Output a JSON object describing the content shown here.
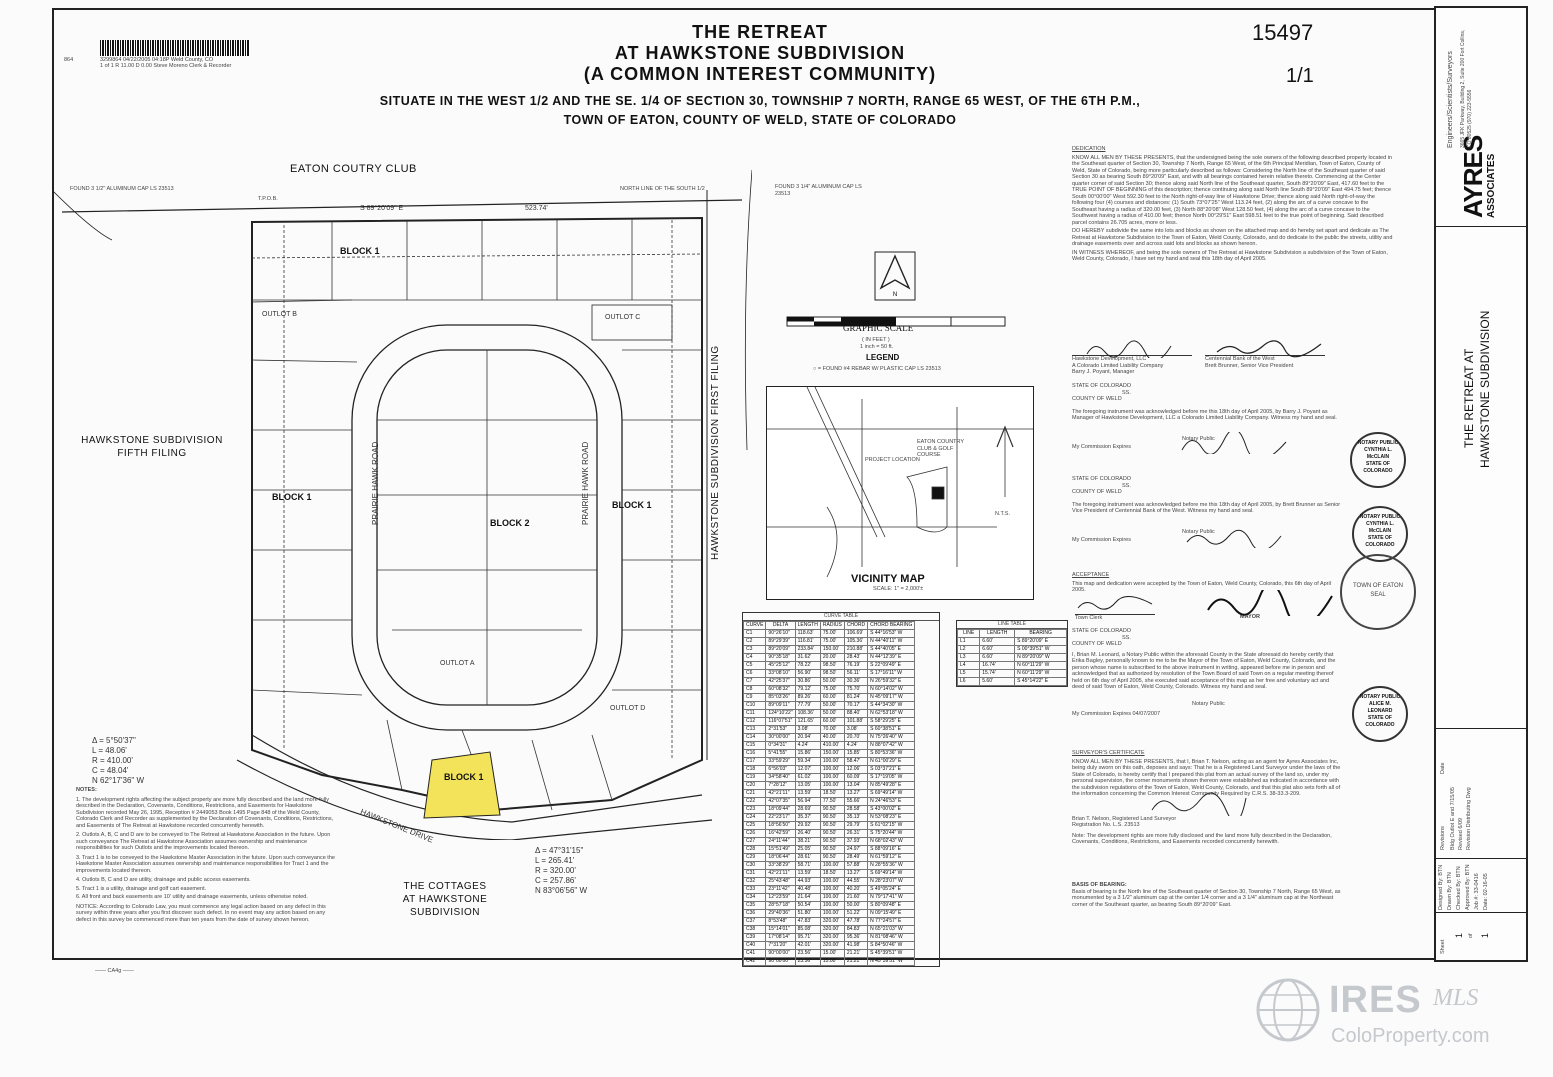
{
  "header": {
    "title_lines": [
      "THE RETREAT",
      "AT HAWKSTONE SUBDIVISION",
      "(A COMMON INTEREST COMMUNITY)"
    ],
    "subtitle_lines": [
      "SITUATE IN THE WEST 1/2 AND THE SE. 1/4 OF SECTION 30, TOWNSHIP 7 NORTH, RANGE 65 WEST, OF THE 6TH P.M.,",
      "TOWN OF EATON, COUNTY OF WELD, STATE OF COLORADO"
    ],
    "doc_number": "15497",
    "sheet_number": "1/1",
    "barcode_text": "3299864 04/22/2005 04:18P Weld County, CO",
    "barcode_text2": "1 of 1 R 11.00 D 0.00 Steve Moreno Clerk & Recorder",
    "stamp_num": "864"
  },
  "plat": {
    "eaton_country_club": "EATON COUTRY CLUB",
    "hawkstone_fifth": [
      "HAWKSTONE SUBDIVISION",
      "FIFTH FILING"
    ],
    "hawkstone_first": "HAWKSTONE SUBDIVISION FIRST FILING",
    "cottages": [
      "THE COTTAGES",
      "AT HAWKSTONE",
      "SUBDIVISION"
    ],
    "hawkstone_drive": "HAWKSTONE DRIVE",
    "prairie_hawk_west": "PRAIRIE HAWK ROAD",
    "prairie_hawk_east": "PRAIRIE HAWK ROAD",
    "block1_labels": [
      "BLOCK 1",
      "BLOCK 1",
      "BLOCK 1",
      "BLOCK 1"
    ],
    "block2_label": "BLOCK 2",
    "outlot_labels": [
      "OUTLOT B",
      "OUTLOT C",
      "OUTLOT A",
      "OUTLOT D"
    ],
    "north_line": "NORTH LINE OF THE SOUTH 1/2",
    "bearing_top": "S 89°20'09\" E",
    "dist_top": "523.74'",
    "found_left": "FOUND 3 1/2\" ALUMINUM CAP LS 23513",
    "found_right": "FOUND 3 1/4\" ALUMINUM CAP LS 23513",
    "tpob": "T.P.O.B.",
    "curve1": [
      "Δ = 5°50'37\"",
      "L = 48.06'",
      "R = 410.00'",
      "C = 48.04'",
      "N 62°17'36\" W"
    ],
    "curve2": [
      "Δ = 47°31'15\"",
      "L = 265.41'",
      "R = 320.00'",
      "C = 257.86'",
      "N 83°06'56\" W"
    ]
  },
  "scale": {
    "label": "GRAPHIC SCALE",
    "in_feet": "( IN FEET )",
    "inch_eq": "1 inch = 50 ft."
  },
  "legend": {
    "title": "LEGEND",
    "item": "○ = FOUND #4 REBAR W/ PLASTIC CAP LS 23513"
  },
  "vicinity": {
    "title": "VICINITY MAP",
    "scale": "SCALE: 1\" = 2,000'±",
    "project": "PROJECT LOCATION",
    "club": "EATON COUNTRY CLUB & GOLF COURSE",
    "nts": "N.T.S."
  },
  "curve_table": {
    "title": "CURVE TABLE",
    "headers": [
      "CURVE",
      "DELTA",
      "LENGTH",
      "RADIUS",
      "CHORD",
      "CHORD BEARING"
    ],
    "rows": [
      [
        "C1",
        "90°26'10\"",
        "118.63'",
        "75.00'",
        "106.69'",
        "S 44°16'53\" W"
      ],
      [
        "C2",
        "89°29'39\"",
        "116.81'",
        "75.00'",
        "105.36'",
        "N 44°40'11\" W"
      ],
      [
        "C3",
        "89°20'09\"",
        "233.84'",
        "150.00'",
        "210.88'",
        "S 44°40'05\" E"
      ],
      [
        "C4",
        "90°35'18\"",
        "31.62'",
        "20.00'",
        "28.43'",
        "N 44°12'39\" E"
      ],
      [
        "C5",
        "45°25'12\"",
        "78.22'",
        "98.50'",
        "76.19'",
        "S 22°09'49\" E"
      ],
      [
        "C6",
        "33°08'10\"",
        "56.90'",
        "98.50'",
        "56.11'",
        "S 17°16'11\" W"
      ],
      [
        "C7",
        "42°25'37\"",
        "30.86'",
        "50.00'",
        "30.36'",
        "N 26°59'32\" E"
      ],
      [
        "C8",
        "60°08'32\"",
        "79.12'",
        "75.00'",
        "75.70'",
        "N 60°14'02\" W"
      ],
      [
        "C9",
        "85°03'26\"",
        "89.26'",
        "60.00'",
        "81.24'",
        "N 45°09'17\" W"
      ],
      [
        "C10",
        "89°09'11\"",
        "77.79'",
        "50.00'",
        "70.17'",
        "S 44°34'30\" W"
      ],
      [
        "C11",
        "124°10'22\"",
        "108.36'",
        "50.00'",
        "88.40'",
        "N 62°53'18\" W"
      ],
      [
        "C12",
        "116°07'51\"",
        "121.65'",
        "60.00'",
        "101.88'",
        "S 58°29'25\" E"
      ],
      [
        "C13",
        "2°31'53\"",
        "3.08'",
        "70.00'",
        "3.08'",
        "S 60°38'51\" E"
      ],
      [
        "C14",
        "30°00'00\"",
        "20.94'",
        "40.00'",
        "20.70'",
        "N 75°26'40\" W"
      ],
      [
        "C15",
        "0°34'31\"",
        "4.24'",
        "410.00'",
        "4.24'",
        "N 88°07'42\" W"
      ],
      [
        "C16",
        "5°41'55\"",
        "15.86'",
        "150.00'",
        "15.85'",
        "S 80°53'36\" W"
      ],
      [
        "C17",
        "33°59'29\"",
        "59.34'",
        "100.00'",
        "58.47'",
        "N 61°00'29\" E"
      ],
      [
        "C18",
        "6°56'03\"",
        "12.07'",
        "100.00'",
        "12.06'",
        "S 03°37'21\" E"
      ],
      [
        "C19",
        "34°58'40\"",
        "61.02'",
        "100.00'",
        "60.09'",
        "S 17°19'05\" W"
      ],
      [
        "C20",
        "7°28'12\"",
        "13.05'",
        "100.00'",
        "13.04'",
        "N 85°49'28\" E"
      ],
      [
        "C21",
        "42°21'11\"",
        "13.59'",
        "18.50'",
        "13.27'",
        "S 69°49'14\" W"
      ],
      [
        "C22",
        "42°07'35\"",
        "56.94'",
        "77.50'",
        "55.66'",
        "N 24°46'53\" E"
      ],
      [
        "C23",
        "18°09'44\"",
        "28.69'",
        "90.50'",
        "28.58'",
        "S 43°00'02\" E"
      ],
      [
        "C24",
        "22°23'17\"",
        "35.37'",
        "90.50'",
        "35.13'",
        "N 53°08'23\" E"
      ],
      [
        "C25",
        "18°56'50\"",
        "29.92'",
        "90.50'",
        "29.79'",
        "S 61°02'15\" W"
      ],
      [
        "C26",
        "16°42'59\"",
        "26.40'",
        "90.50'",
        "26.31'",
        "S 75°20'44\" W"
      ],
      [
        "C27",
        "24°11'44\"",
        "38.21'",
        "90.50'",
        "37.93'",
        "N 68°02'43\" W"
      ],
      [
        "C28",
        "15°51'49\"",
        "25.05'",
        "90.50'",
        "24.97'",
        "S 88°09'16\" E"
      ],
      [
        "C29",
        "18°06'44\"",
        "28.61'",
        "90.50'",
        "28.49'",
        "N 61°59'12\" E"
      ],
      [
        "C30",
        "33°38'29\"",
        "58.71'",
        "100.00'",
        "57.88'",
        "N 28°55'36\" W"
      ],
      [
        "C31",
        "42°21'11\"",
        "13.59'",
        "18.50'",
        "13.27'",
        "S 69°49'14\" W"
      ],
      [
        "C32",
        "25°43'48\"",
        "44.93'",
        "100.00'",
        "44.55'",
        "N 28°23'07\" W"
      ],
      [
        "C33",
        "23°11'42\"",
        "40.48'",
        "100.00'",
        "40.20'",
        "S 49°05'24\" E"
      ],
      [
        "C34",
        "12°23'59\"",
        "21.64'",
        "100.00'",
        "21.60'",
        "N 79°17'41\" W"
      ],
      [
        "C35",
        "28°57'18\"",
        "50.54'",
        "100.00'",
        "50.00'",
        "S 80°09'48\" E"
      ],
      [
        "C36",
        "29°40'36\"",
        "51.80'",
        "100.00'",
        "51.22'",
        "N 09°15'49\" E"
      ],
      [
        "C37",
        "8°53'48\"",
        "47.83'",
        "320.00'",
        "47.78'",
        "N 77°24'57\" E"
      ],
      [
        "C38",
        "15°14'01\"",
        "85.08'",
        "320.00'",
        "84.83'",
        "N 65°21'03\" W"
      ],
      [
        "C39",
        "17°08'14\"",
        "95.71'",
        "320.00'",
        "95.36'",
        "N 81°08'46\" W"
      ],
      [
        "C40",
        "7°31'20\"",
        "42.01'",
        "320.00'",
        "41.98'",
        "S 84°50'46\" W"
      ],
      [
        "C41",
        "90°00'00\"",
        "23.56'",
        "15.00'",
        "21.21'",
        "S 45°39'51\" W"
      ],
      [
        "C42",
        "90°00'00\"",
        "23.56'",
        "15.00'",
        "21.21'",
        "N 45°39'51\" W"
      ]
    ]
  },
  "line_table": {
    "title": "LINE TABLE",
    "headers": [
      "LINE",
      "LENGTH",
      "BEARING"
    ],
    "rows": [
      [
        "L1",
        "6.60'",
        "S 89°20'09\" E"
      ],
      [
        "L2",
        "6.60'",
        "S 00°39'51\" W"
      ],
      [
        "L3",
        "6.60'",
        "N 89°20'09\" W"
      ],
      [
        "L4",
        "16.74'",
        "N 60°11'29\" W"
      ],
      [
        "L5",
        "15.74'",
        "N 60°11'29\" W"
      ],
      [
        "L6",
        "5.60'",
        "S 45°14'22\" E"
      ]
    ]
  },
  "dedication": {
    "title": "DEDICATION",
    "body": "KNOW ALL MEN BY THESE PRESENTS, that the undersigned being the sole owners of the following described property located in the Southeast quarter of Section 30, Township 7 North, Range 65 West, of the 6th Principal Meridian, Town of Eaton, County of Weld, State of Colorado, being more particularly described as follows: Considering the North line of the Southeast quarter of said Section 30 as bearing South 89°20'09\" East, and with all bearings contained herein relative thereto. Commencing at the Center quarter corner of said Section 30; thence along said North line of the Southeast quarter, South 89°20'09\" East, 417.60 feet to the TRUE POINT OF BEGINNING of this description; thence continuing along said North line South 89°20'09\" East 494.75 feet; thence South 00°00'00\" West 592.30 feet to the North right-of-way line of Hawkstone Drive; thence along said North right-of-way the following four (4) courses and distances: (1) South 73°07'25\" West 113.24 feet, (2) along the arc of a curve concave to the Southeast having a radius of 320.00 feet, (3) North 88°20'08\" West 128.50 feet, (4) along the arc of a curve concave to the Southwest having a radius of 410.00 feet; thence North 00°29'51\" East 598.51 feet to the true point of beginning. Said described parcel contains 26.705 acres, more or less.",
    "body2": "DO HEREBY subdivide the same into lots and blocks as shown on the attached map and do hereby set apart and dedicate as The Retreat at Hawkstone Subdivision to the Town of Eaton, Weld County, Colorado, and do dedicate to the public the streets, utility and drainage easements over and across said lots and blocks as shown hereon.",
    "witness": "IN WITNESS WHEREOF, and being the sole owners of The Retreat at Hawkstone Subdivision a subdivision of the Town of Eaton, Weld County, Colorado, I have set my hand and seal this 18th day of April 2005.",
    "owner1": "Hawkstone Development, LLC",
    "owner1b": "A Colorado Limited Liability Company",
    "owner1c": "Barry J. Poyant, Manager",
    "owner2": "Centennial Bank of the West",
    "owner2b": "Brett Brunner, Senior Vice President",
    "state": "STATE OF COLORADO",
    "ss": "SS.",
    "county": "COUNTY OF WELD",
    "ack1": "The foregoing instrument was acknowledged before me this 18th day of April 2005, by Barry J. Poyant as Manager of Hawkstone Development, LLC a Colorado Limited Liability Company. Witness my hand and seal.",
    "notary": "Notary Public",
    "commission": "My Commission Expires",
    "ack2": "The foregoing instrument was acknowledged before me this 18th day of April 2005, by Brett Brunner as Senior Vice President of Centennial Bank of the West. Witness my hand and seal.",
    "acceptance_title": "ACCEPTANCE",
    "acceptance": "This map and dedication were accepted by the Town of Eaton, Weld County, Colorado, this 6th day of April 2005.",
    "town_clerk": "Town Clerk",
    "mayor": "MAYOR",
    "ack3": "I, Brian M. Leonard, a Notary Public within the aforesaid County in the State aforesaid do hereby certify that Erika Bagley, personally known to me to be the Mayor of the Town of Eaton, Weld County, Colorado, and the person whose name is subscribed to the above instrument in writing, appeared before me in person and acknowledged that as authorized by resolution of the Town Board of said Town on a regular meeting thereof held on 6th day of April 2005, she executed said acceptance of this map as her free and voluntary act and deed of said Town of Eaton, Weld County, Colorado. Witness my hand and seal.",
    "commission2": "My Commission Expires 04/07/2007",
    "surveyor_title": "SURVEYOR'S CERTIFICATE",
    "surveyor": "KNOW ALL MEN BY THESE PRESENTS, that I, Brian T. Nelson, acting as an agent for Ayres Associates Inc, being duly sworn on this oath, deposes and says: That he is a Registered Land Surveyor under the laws of the State of Colorado, is hereby certify that I prepared this plat from an actual survey of the land so, under my personal supervision, the corner monuments shown thereon were established as indicated in accordance with the subdivision regulations of the Town of Eaton, Weld County, Colorado, and that this plat also sets forth all of the information concerning the Common Interest Community Required by C.R.S. 38-33.3-209.",
    "surveyor_name": "Brian T. Nelson, Registered Land Surveyor",
    "surveyor_reg": "Registration No. L.S. 23513",
    "dev_rights": "Note: The development rights are more fully disclosed and the land more fully described in the Declaration, Covenants, Conditions, Restrictions, and Easements recorded concurrently herewith.",
    "basis_title": "BASIS OF BEARING:",
    "basis": "Basis of bearing is the North line of the Southeast quarter of Section 30, Township 7 North, Range 65 West, as monumented by a 3 1/2\" aluminum cap at the center 1/4 corner and a 3 1/4\" aluminum cap at the Northeast corner of the Southeast quarter, as bearing South 89°20'09\" East."
  },
  "notes": {
    "title": "NOTES:",
    "items": [
      "1. The development rights affecting the subject property are more fully described and the land more fully described in the Declaration, Covenants, Conditions, Restrictions, and Easements for Hawkstone Subdivision recorded May 26, 1995, Reception # 2449053 Book 1495 Page 848 of the Weld County, Colorado Clerk and Recorder as supplemented by the Declaration of Covenants, Conditions, Restrictions, and Easements of The Retreat at Hawkstone recorded concurrently herewith.",
      "2. Outlots A, B, C and D are to be conveyed to The Retreat at Hawkstone Association in the future. Upon such conveyance The Retreat at Hawkstone Association assumes ownership and maintenance responsibilities for such Outlots and the improvements located thereon.",
      "3. Tract 1 is to be conveyed to the Hawkstone Master Association in the future. Upon such conveyance the Hawkstone Master Association assumes ownership and maintenance responsibilities for Tract 1 and the improvements located thereon.",
      "4. Outlots B, C and D are utility, drainage and public access easements.",
      "5. Tract 1 is a utility, drainage and golf cart easement.",
      "6. All front and back easements are 10' utility and drainage easements, unless otherwise noted.",
      "NOTICE: According to Colorado Law, you must commence any legal action based on any defect in this survey within three years after you first discover such defect. In no event may any action based on any defect in this survey be commenced more than ten years from the date of survey shown hereon."
    ]
  },
  "title_block": {
    "firm": "AYRES",
    "firm2": "ASSOCIATES",
    "firm_desc": "Engineers/Scientists/Surveyors",
    "address": "3665 JFK Parkway, Building 2, Suite 200 Fort Collins, CO 80525 (970) 223-5556",
    "project": [
      "THE RETREAT AT",
      "HAWKSTONE SUBDIVISION"
    ],
    "revisions": [
      "Revisions",
      "Bldg Outlot E and 7/15/05",
      "Revised 6/09",
      "Revision Distributing Dwg"
    ],
    "date_hdr": "Date",
    "designed": "Designed By: BTN",
    "drawn": "Drawn By: BTN",
    "checked": "Checked By: BTN",
    "approved": "Approved By: BTN",
    "job": "Job #: 33-0416",
    "date": "Date: 02-16-05",
    "sheet": "Sheet",
    "sheet_no": "1",
    "of": "of",
    "total": "1"
  },
  "stamps": {
    "notary1": [
      "NOTARY PUBLIC",
      "CYNTHIA L.",
      "McCLAIN",
      "STATE OF COLORADO"
    ],
    "notary2": [
      "NOTARY PUBLIC",
      "CYNTHIA L.",
      "McCLAIN",
      "STATE OF COLORADO"
    ],
    "notary3": [
      "NOTARY PUBLIC",
      "ALICE M.",
      "LEONARD",
      "STATE OF COLORADO"
    ],
    "town_seal": [
      "TOWN OF EATON",
      "SEAL"
    ],
    "mark": "—— CA4g ——"
  },
  "watermark": {
    "ires": "IRES",
    "mls": "MLS",
    "sub": "ColoProperty.com"
  },
  "colors": {
    "highlight": "#f2e35a",
    "ink": "#1a1a1a",
    "watermark": "#9aa0a6"
  }
}
